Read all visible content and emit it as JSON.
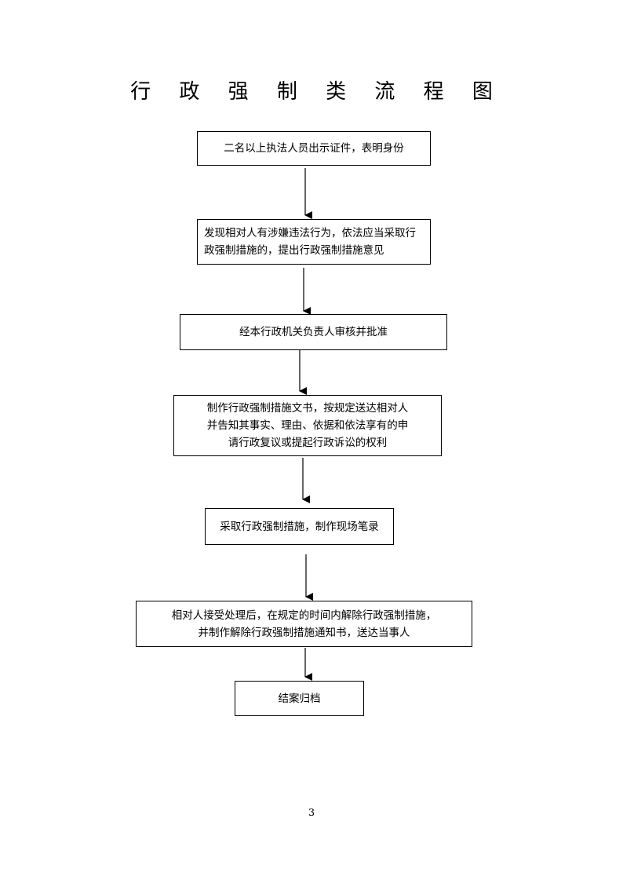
{
  "title": "行 政 强 制 类 流 程 图",
  "steps": [
    {
      "lines": [
        "二名以上执法人员出示证件，表明身份"
      ]
    },
    {
      "lines": [
        "发现相对人有涉嫌违法行为，依法应当采取行",
        "政强制措施的，提出行政强制措施意见"
      ]
    },
    {
      "lines": [
        "经本行政机关负责人审核并批准"
      ]
    },
    {
      "lines": [
        "制作行政强制措施文书，按规定送达相对人",
        "并告知其事实、理由、依据和依法享有的申",
        "请行政复议或提起行政诉讼的权利"
      ]
    },
    {
      "lines": [
        "采取行政强制措施，制作现场笔录"
      ]
    },
    {
      "lines": [
        "相对人接受处理后，在规定的时间内解除行政强制措施，",
        "并制作解除行政强制措施通知书，送达当事人"
      ]
    },
    {
      "lines": [
        "结案归档"
      ]
    }
  ],
  "page_number": "3"
}
